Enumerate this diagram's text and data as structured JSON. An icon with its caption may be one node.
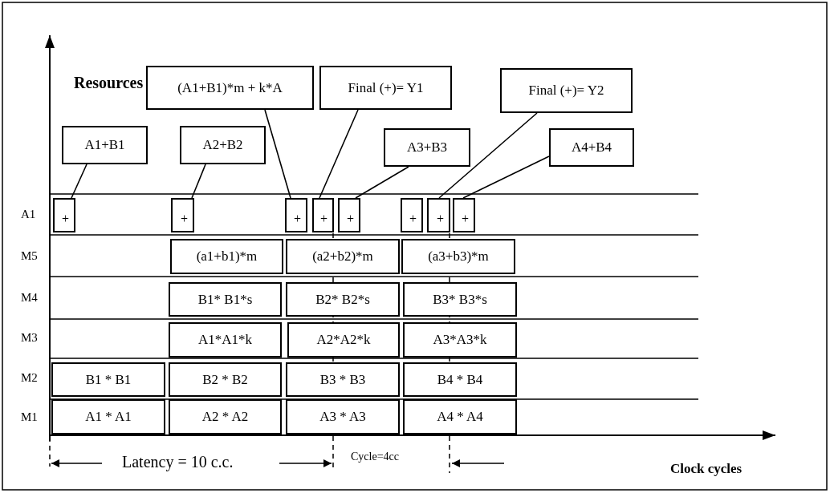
{
  "diagram": {
    "nodes": [
      {
        "text": [
          "(A1+B1)*m + k*A"
        ]
      },
      {
        "text": [
          "Final (+)= Y1"
        ]
      },
      {
        "text": [
          "Final (+)= Y2"
        ]
      },
      {
        "text": [
          "A1+B1"
        ]
      },
      {
        "text": [
          "A2+B2"
        ]
      },
      {
        "text": [
          "A3+B3"
        ]
      },
      {
        "text": [
          "A4+B4"
        ]
      },
      {
        "text": [
          "+"
        ]
      },
      {
        "text": [
          "+"
        ]
      },
      {
        "text": [
          "+"
        ]
      },
      {
        "text": [
          "+"
        ]
      },
      {
        "text": [
          "+"
        ]
      },
      {
        "text": [
          "+"
        ]
      },
      {
        "text": [
          "+"
        ]
      },
      {
        "text": [
          "+"
        ]
      },
      {
        "text": [
          "(a1+b1)*m"
        ]
      },
      {
        "text": [
          "(a2+b2)*m"
        ]
      },
      {
        "text": [
          "(a3+b3)*m"
        ]
      },
      {
        "text": [
          "B1* B1*s"
        ]
      },
      {
        "text": [
          "B2* B2*s"
        ]
      },
      {
        "text": [
          "B3* B3*s"
        ]
      },
      {
        "text": [
          "A1*A1*k"
        ]
      },
      {
        "text": [
          "A2*A2*k"
        ]
      },
      {
        "text": [
          "A3*A3*k"
        ]
      },
      {
        "text": [
          "B1 * B1"
        ]
      },
      {
        "text": [
          "B2 * B2"
        ]
      },
      {
        "text": [
          "B3 * B3"
        ]
      },
      {
        "text": [
          "B4 * B4"
        ]
      },
      {
        "text": [
          "A1 * A1"
        ]
      },
      {
        "text": [
          "A2 * A2"
        ]
      },
      {
        "text": [
          "A3 * A3"
        ]
      },
      {
        "text": [
          "A4 * A4"
        ]
      }
    ],
    "edges": [
      {
        "from": 0,
        "to": 9,
        "arrow": "none"
      },
      {
        "from": 1,
        "to": 10,
        "arrow": "none"
      },
      {
        "from": 2,
        "to": 13,
        "arrow": "none"
      },
      {
        "from": 3,
        "to": 7,
        "arrow": "none"
      },
      {
        "from": 4,
        "to": 8,
        "arrow": "none"
      },
      {
        "from": 5,
        "to": 11,
        "arrow": "none"
      },
      {
        "from": 6,
        "to": 14,
        "arrow": "none"
      }
    ],
    "labels": [
      "Resources",
      "A1",
      "M5",
      "M4",
      "M3",
      "M2",
      "M1",
      "Latency = 10 c.c.",
      "Cycle=4cc",
      "Clock cycles"
    ]
  }
}
